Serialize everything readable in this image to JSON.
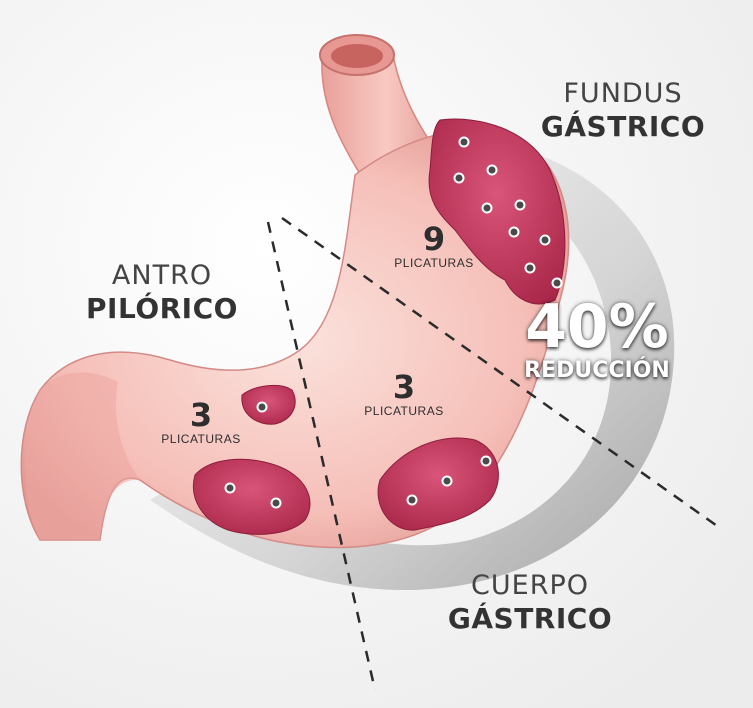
{
  "regions": {
    "fundus": {
      "line1": "FUNDUS",
      "line2": "GÁSTRICO"
    },
    "antro": {
      "line1": "ANTRO",
      "line2": "PILÓRICO"
    },
    "cuerpo": {
      "line1": "CUERPO",
      "line2": "GÁSTRICO"
    }
  },
  "plications": {
    "fundus": {
      "count": "9",
      "label": "PLICATURAS"
    },
    "cuerpo": {
      "count": "3",
      "label": "PLICATURAS"
    },
    "antro": {
      "count": "3",
      "label": "PLICATURAS"
    }
  },
  "reduction": {
    "value": "40%",
    "label": "REDUCCIÓN"
  },
  "colors": {
    "stomach": "#f4b8b4",
    "stomach_dark": "#d98583",
    "plication": "#c83a60",
    "shadow": "#b8b8b8",
    "text": "#3a3a3a"
  }
}
